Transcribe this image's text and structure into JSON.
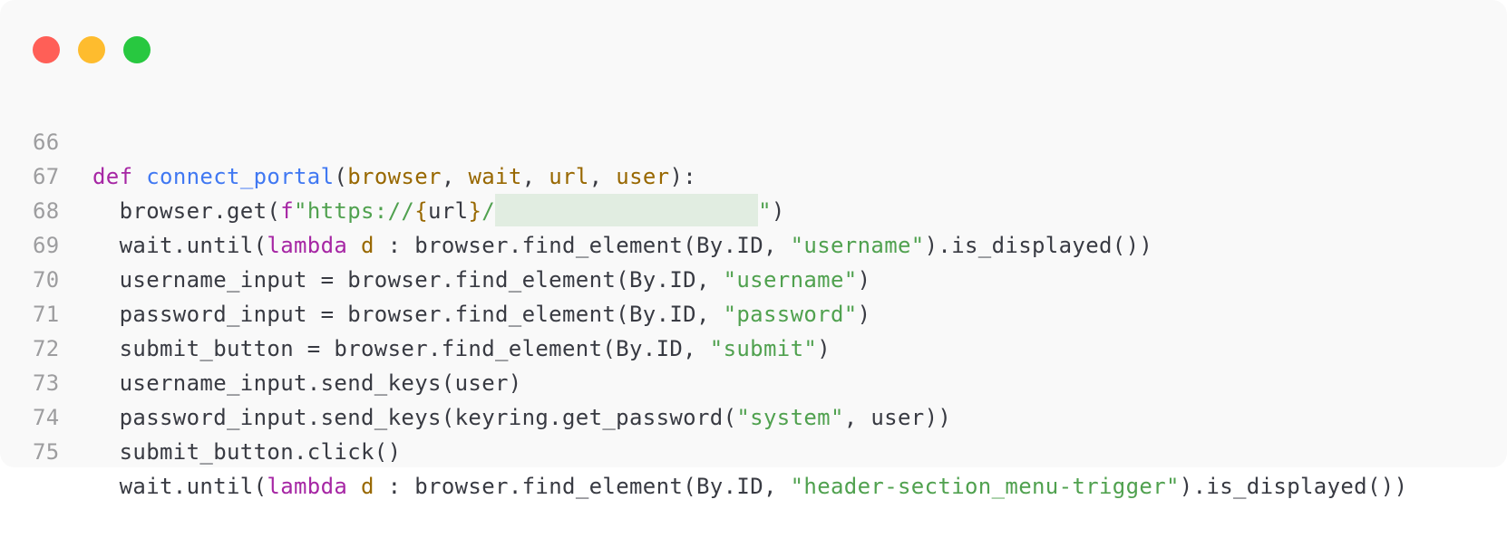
{
  "window": {
    "controls": [
      "close-dot",
      "minimize-dot",
      "zoom-dot"
    ],
    "colors": {
      "close": "#ff5f57",
      "minimize": "#febc2e",
      "zoom": "#28c840",
      "background": "#f9f9f9"
    }
  },
  "code": {
    "lines": [
      {
        "number": "66"
      },
      {
        "number": "67"
      },
      {
        "number": "68"
      },
      {
        "number": "69"
      },
      {
        "number": "70"
      },
      {
        "number": "71"
      },
      {
        "number": "72"
      },
      {
        "number": "73"
      },
      {
        "number": "74"
      },
      {
        "number": "75"
      }
    ],
    "tokens": {
      "l66": {
        "def": "def",
        "fn": "connect_portal",
        "p1": "(",
        "a1": "browser",
        "c1": ", ",
        "a2": "wait",
        "c2": ", ",
        "a3": "url",
        "c3": ", ",
        "a4": "user",
        "p2": "):"
      },
      "l67": {
        "t1": "browser.get(",
        "f": "f",
        "s1": "\"https://",
        "i1": "{",
        "i2": "url",
        "i3": "}",
        "s2": "/",
        "s3": "\"",
        "t2": ")"
      },
      "l68": {
        "t1": "wait.until(",
        "kw": "lambda",
        "sp": " ",
        "d": "d",
        "t2": " : browser.find_element(By.ID, ",
        "s": "\"username\"",
        "t3": ").is_displayed())"
      },
      "l69": {
        "t1": "username_input = browser.find_element(By.ID, ",
        "s": "\"username\"",
        "t2": ")"
      },
      "l70": {
        "t1": "password_input = browser.find_element(By.ID, ",
        "s": "\"password\"",
        "t2": ")"
      },
      "l71": {
        "t1": "submit_button = browser.find_element(By.ID, ",
        "s": "\"submit\"",
        "t2": ")"
      },
      "l72": {
        "t1": "username_input.send_keys(user)"
      },
      "l73": {
        "t1": "password_input.send_keys(keyring.get_password(",
        "s": "\"system\"",
        "t2": ", user))"
      },
      "l74": {
        "t1": "submit_button.click()"
      },
      "l75": {
        "t1": "wait.until(",
        "kw": "lambda",
        "sp": " ",
        "d": "d",
        "t2": " : browser.find_element(By.ID, ",
        "s": "\"header-section_menu-trigger\"",
        "t3": ").is_displayed())"
      }
    }
  }
}
